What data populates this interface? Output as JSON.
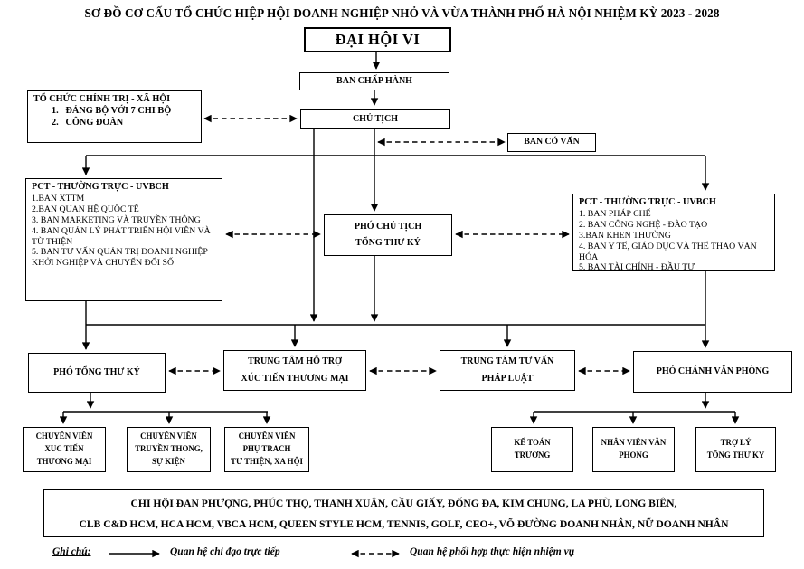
{
  "title": "SƠ ĐỒ CƠ CẤU TỔ CHỨC HIỆP HỘI DOANH NGHIỆP NHỎ VÀ VỪA THÀNH PHỐ HÀ NỘI NHIỆM KỲ 2023 - 2028",
  "boxes": {
    "dai_hoi": "ĐẠI HỘI VI",
    "ban_chap_hanh": "BAN CHẤP HÀNH",
    "chu_tich": "CHỦ TỊCH",
    "ban_co_van": "BAN CÓ VẤN",
    "to_chuc": {
      "title": "TỔ CHỨC CHÍNH TRỊ - XÃ HỘI",
      "items": [
        "1.   ĐẢNG BỘ VỚI 7 CHI BỘ",
        "2.   CÔNG ĐOÀN"
      ]
    },
    "pct_left": {
      "title": "PCT - THƯỜNG TRỰC - UVBCH",
      "items": [
        "1.BAN XTTM",
        "2.BAN QUAN HỆ QUỐC TẾ",
        "3. BAN MARKETING VÀ TRUYỀN THÔNG",
        "4. BAN QUẢN LÝ PHÁT TRIỂN HỘI VIÊN VÀ TỪ THIỆN",
        "5. BAN TƯ VẤN QUẢN TRỊ DOANH NGHIỆP KHỞI NGHIỆP VÀ CHUYỂN ĐỔI SỐ"
      ]
    },
    "pho_chu_tich": {
      "line1": "PHÓ CHỦ TỊCH",
      "line2": "TỔNG THƯ KÝ"
    },
    "pct_right": {
      "title": "PCT - THƯỜNG TRỰC - UVBCH",
      "items": [
        "1. BAN PHÁP CHẾ",
        "2. BAN CÔNG NGHỆ - ĐÀO TẠO",
        "3.BAN KHEN THƯỞNG",
        "4. BAN Y TẾ, GIÁO DỤC VÀ THỂ THAO VĂN HÓA",
        "5. BAN TÀI CHÍNH - ĐẦU TƯ"
      ]
    },
    "pho_tong_thu_ky": "PHÓ TỔNG THƯ KÝ",
    "tt_ho_tro": {
      "line1": "TRUNG TÂM HỖ TRỢ",
      "line2": "XÚC TIẾN THƯƠNG MẠI"
    },
    "tt_tu_van": {
      "line1": "TRUNG TÂM TƯ VẤN",
      "line2": "PHÁP LUẬT"
    },
    "pho_chanh_vp": "PHÓ CHÁNH VĂN PHÒNG",
    "cv_xttm": "CHUYÊN VIÊN\nXUC TIẾN\nTHƯƠNG MẠI",
    "cv_truyen_thong": "CHUYÊN VIÊN\nTRUYỀN THONG,\nSỰ KIỆN",
    "cv_tu_thien": "CHUYÊN VIÊN\nPHỤ TRACH\nTƯ THIỆN, XA HỘI",
    "ke_toan": "KẾ TOÁN\nTRƯƠNG",
    "nhan_vien_vp": "NHÂN VIÊN VĂN\nPHONG",
    "tro_ly": "TRỢ LÝ\nTỔNG THƯ KY",
    "chi_hoi": {
      "line1": "CHI HỘI ĐAN PHƯỢNG, PHÚC THỌ, THANH XUÂN, CẦU GIẤY, ĐỐNG ĐA, KIM CHUNG, LA PHÙ, LONG BIÊN,",
      "line2": "CLB C&D HCM, HCA HCM, VBCA HCM, QUEEN STYLE HCM, TENNIS, GOLF, CEO+, VÕ ĐƯỜNG DOANH NHÂN, NỮ DOANH NHÂN"
    }
  },
  "legend": {
    "label": "Ghi chú:",
    "solid": "Quan hệ chỉ đạo trực tiếp",
    "dashed": "Quan hệ phối hợp thực hiện nhiệm vụ"
  },
  "colors": {
    "line": "#000000",
    "background": "#ffffff",
    "text": "#000000"
  }
}
